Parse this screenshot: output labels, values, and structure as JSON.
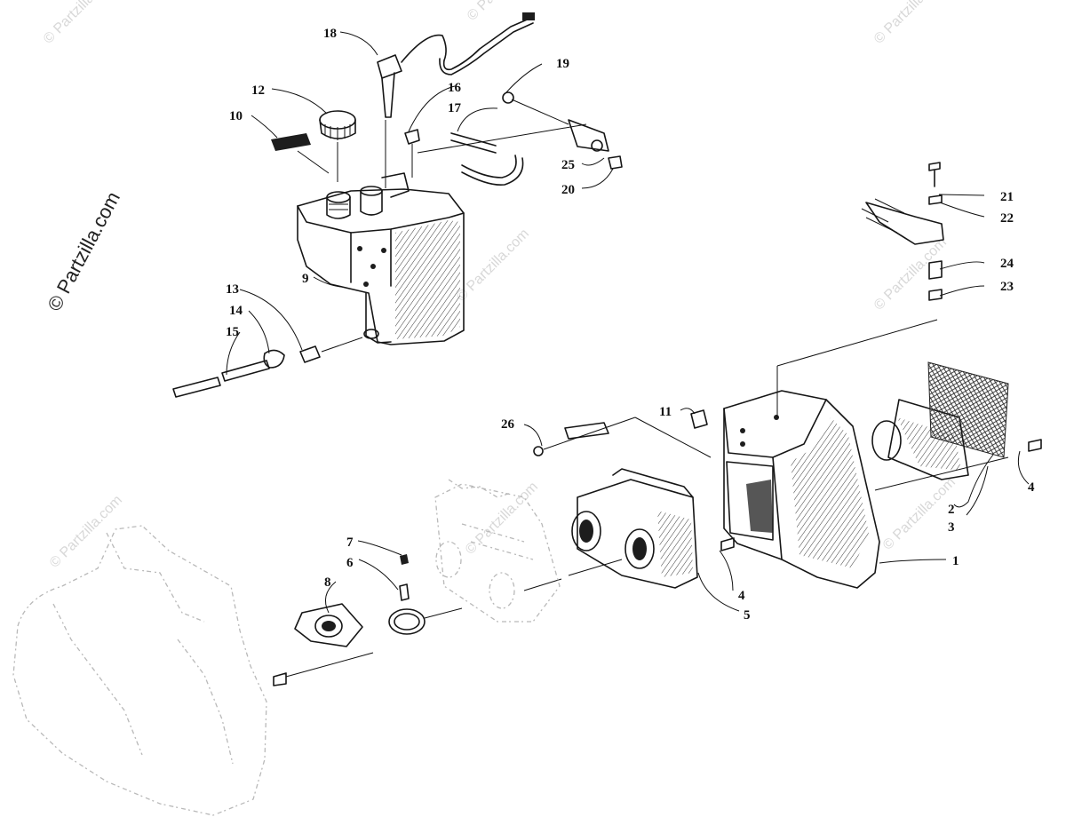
{
  "copyright": "© Partzilla.com",
  "watermark": "© Partzilla.com",
  "callouts": [
    "1",
    "2",
    "3",
    "4",
    "4",
    "5",
    "6",
    "7",
    "8",
    "9",
    "10",
    "11",
    "12",
    "13",
    "14",
    "15",
    "16",
    "17",
    "18",
    "19",
    "20",
    "21",
    "22",
    "23",
    "24",
    "25",
    "26"
  ]
}
